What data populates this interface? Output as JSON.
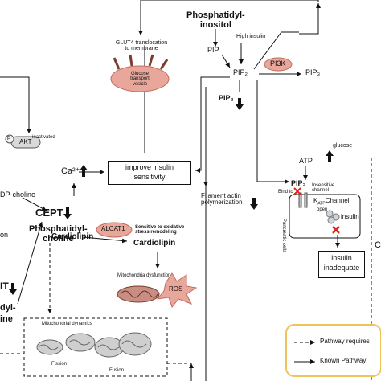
{
  "nodes": {
    "phosphatidylinositol": [
      "Phosphatidyl-",
      "inositol"
    ],
    "pip": "PIP",
    "pip2": "PIP₂",
    "pip3": "PIP₃",
    "pi3k": "PI3K",
    "high_insulin": "High insulin",
    "glut4": [
      "GLUT4 translocation",
      "to membrane"
    ],
    "glucose_vesicle": [
      "Glucose",
      "transport",
      "vesicle"
    ],
    "pip2_down": "PIP₂",
    "akt": "AKT",
    "akt_p": "P",
    "inactivated": "inactivated",
    "ca": "Ca²⁺",
    "improve_insulin": [
      "improve insulin",
      "sensitivity"
    ],
    "cdp_choline": "DP-choline",
    "cept": "CEPT",
    "phosphatidylcholine": [
      "Phosphatidyl-",
      "choline"
    ],
    "on_fragment": "on",
    "it_fragment": "IT",
    "dyl_fragment": "dyl-",
    "ine_fragment": "ine",
    "cardiolipin_left": "Cardiolipin",
    "alcat1": "ALCAT1",
    "sensitive_oxidative": [
      "Sensitive to oxidative",
      "stress remodeling"
    ],
    "cardiolipin_right": "Cardiolipin",
    "mito_dysfunction": "Mitochondria dysfunction",
    "ros": "ROS",
    "mito_dynamics": "Mitochondrial dynamics",
    "fission": "Fission",
    "fusion": "Fusion",
    "filament_actin": [
      "Filament actin",
      "polymerization"
    ],
    "atp": "ATP",
    "glucose": "glucose",
    "pip2_right": "PIP₂",
    "insensitive_channel": [
      "Insensitive",
      "channel"
    ],
    "bind_to": "Bind to",
    "katp_channel": "K",
    "katp_sub": "ATP",
    "katp_rest": "Channel",
    "open": "open",
    "pancreatic": "Pancreatic cells",
    "insulin_small": "insulin",
    "insulin_inadequate": [
      "insulin",
      "inadequate"
    ],
    "right_edge_letter": "C"
  },
  "legend": {
    "dashed": "Pathway requires",
    "solid": "Known Pathway"
  },
  "colors": {
    "pink_fill": "#e8a79a",
    "pink_stroke": "#c26b5c",
    "legend_border": "#f0c25a",
    "red_x": "#e0241b",
    "akt_fill": "#d9d9d9",
    "mito_fill": "#cfcfcf"
  }
}
